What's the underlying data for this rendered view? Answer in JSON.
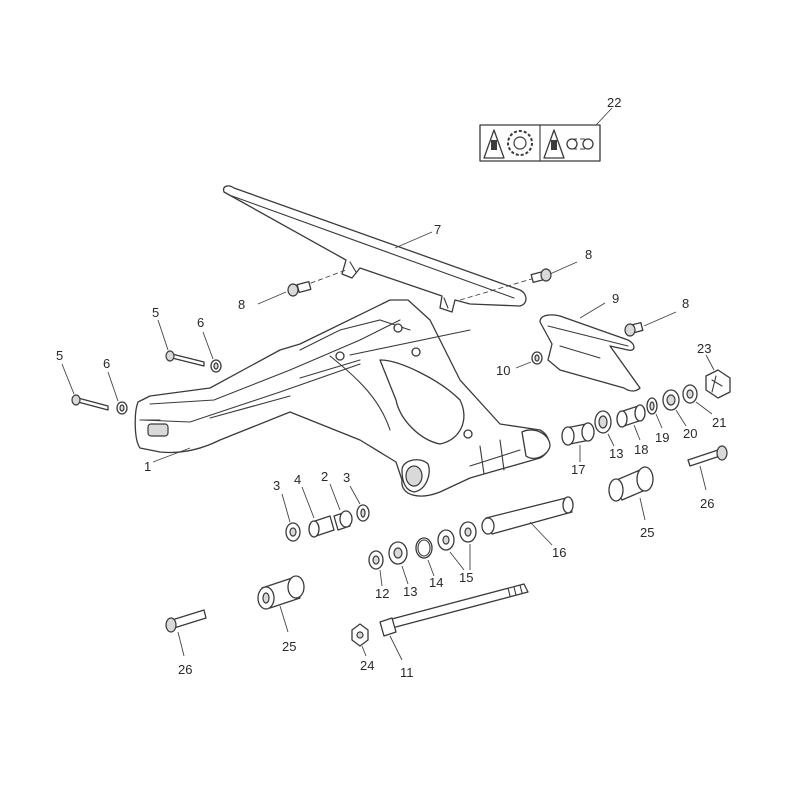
{
  "callouts": {
    "c1": "1",
    "c2": "2",
    "c3a": "3",
    "c3b": "3",
    "c4": "4",
    "c5a": "5",
    "c5b": "5",
    "c6a": "6",
    "c6b": "6",
    "c7": "7",
    "c8a": "8",
    "c8b": "8",
    "c8c": "8",
    "c9": "9",
    "c10": "10",
    "c11": "11",
    "c12": "12",
    "c13a": "13",
    "c13b": "13",
    "c14": "14",
    "c15": "15",
    "c16": "16",
    "c17": "17",
    "c18": "18",
    "c19": "19",
    "c20": "20",
    "c21": "21",
    "c22": "22",
    "c23": "23",
    "c24": "24",
    "c25a": "25",
    "c25b": "25",
    "c26a": "26",
    "c26b": "26"
  },
  "icons": {
    "left_panel": [
      "warning-triangle-icon",
      "sprocket-icon"
    ],
    "right_panel": [
      "warning-triangle-icon",
      "drive-chain-icon"
    ]
  }
}
